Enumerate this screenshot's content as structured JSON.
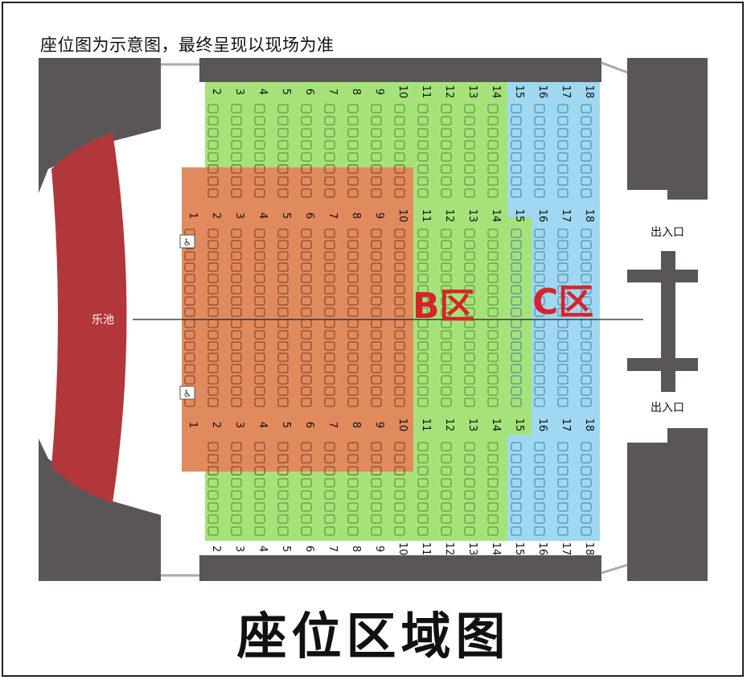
{
  "notice": "座位图为示意图，最终呈现以现场为准",
  "title": "座位区域图",
  "pit_label": "乐池",
  "exit_label": "出入口",
  "zones": [
    {
      "letter": "B",
      "text": "区"
    },
    {
      "letter": "C",
      "text": "区"
    }
  ],
  "row_numbers": [
    "1",
    "2",
    "3",
    "4",
    "5",
    "6",
    "7",
    "8",
    "9",
    "10",
    "11",
    "12",
    "13",
    "14",
    "15",
    "16",
    "17",
    "18"
  ],
  "accessible_icon": "wheelchair-icon",
  "colors": {
    "zone_a": "#e08a5e",
    "zone_b": "#a6e27a",
    "zone_c": "#9fd8f0",
    "pit": "#b2373a",
    "wall": "#5a5657",
    "accent_red": "#d8232a"
  }
}
